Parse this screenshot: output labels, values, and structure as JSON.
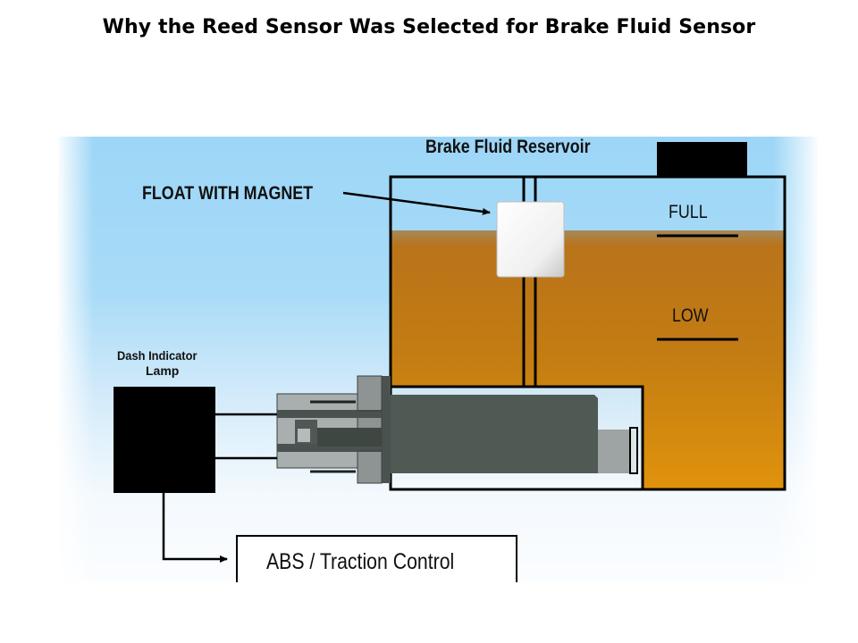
{
  "slide": {
    "title": "Why the Reed Sensor Was Selected for Brake Fluid Sensor"
  },
  "diagram": {
    "reservoir_label": "Brake Fluid Reservoir",
    "float_label": "FLOAT WITH MAGNET",
    "full_label": "FULL",
    "low_label": "LOW",
    "lamp_label_line1": "Dash Indicator",
    "lamp_label_line2": "Lamp",
    "abs_label": "ABS / Traction Control",
    "colors": {
      "fluid": "#c47d12",
      "sky": "#9dd6f7",
      "outline": "#000000",
      "sensor_body": "#4f5a55",
      "connector_light": "#a9aeae",
      "float": "#f2f2f2"
    }
  }
}
